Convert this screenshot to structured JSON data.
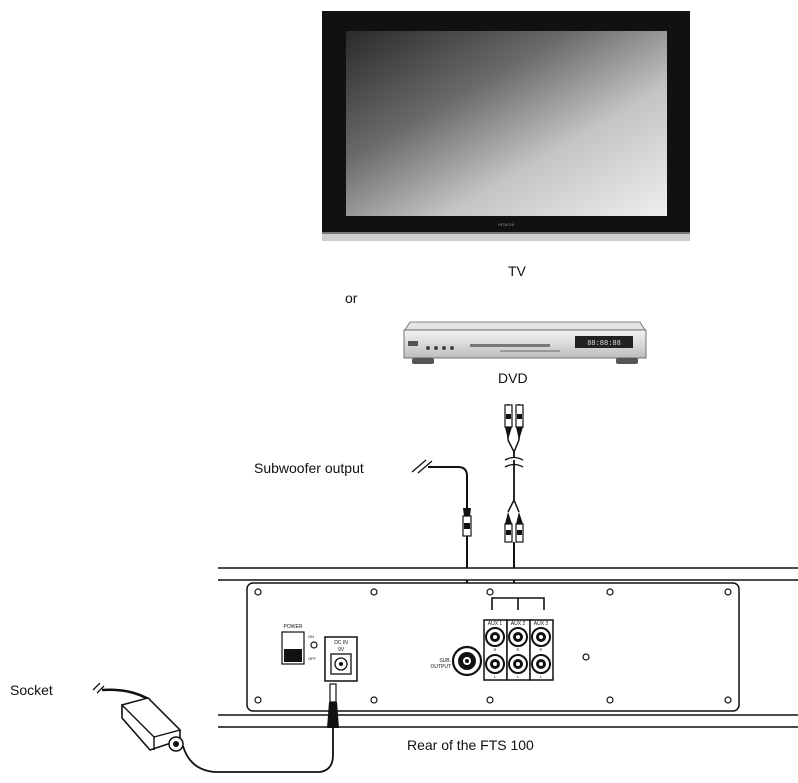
{
  "labels": {
    "tv": "TV",
    "or": "or",
    "dvd": "DVD",
    "subwoofer_output": "Subwoofer output",
    "socket": "Socket",
    "rear": "Rear of the FTS 100"
  },
  "panel": {
    "power": "POWER",
    "on": "ON",
    "off": "OFF",
    "dc_in": "DC IN",
    "dc_voltage": "9V",
    "sub_output_line1": "SUB.",
    "sub_output_line2": "OUTPUT",
    "aux1": "AUX 1",
    "aux2": "AUX 2",
    "aux3": "AUX 3",
    "r": "R",
    "l": "L"
  },
  "devices": {
    "tv_brand": "HITACHI",
    "dvd_display": "88:88:88"
  }
}
